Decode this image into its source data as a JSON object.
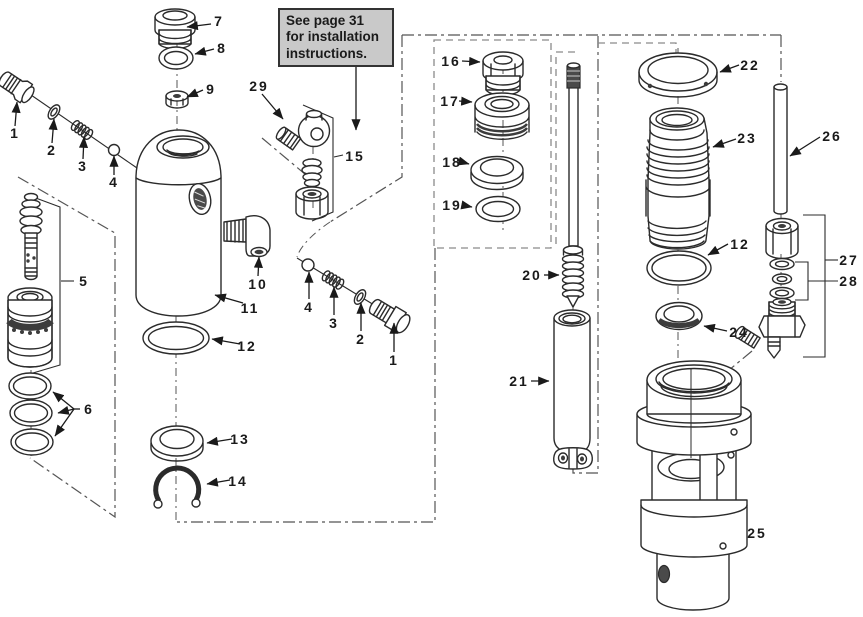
{
  "note": {
    "lines": [
      "See page 31",
      "for installation",
      "instructions."
    ]
  },
  "callouts": [
    {
      "id": "1-left",
      "label": "1"
    },
    {
      "id": "2-left",
      "label": "2"
    },
    {
      "id": "3-left",
      "label": "3"
    },
    {
      "id": "4-left",
      "label": "4"
    },
    {
      "id": "5",
      "label": "5"
    },
    {
      "id": "6",
      "label": "6"
    },
    {
      "id": "7",
      "label": "7"
    },
    {
      "id": "8",
      "label": "8"
    },
    {
      "id": "9",
      "label": "9"
    },
    {
      "id": "10",
      "label": "10"
    },
    {
      "id": "11",
      "label": "11"
    },
    {
      "id": "12-left",
      "label": "12"
    },
    {
      "id": "13",
      "label": "13"
    },
    {
      "id": "14",
      "label": "14"
    },
    {
      "id": "15",
      "label": "15"
    },
    {
      "id": "16",
      "label": "16"
    },
    {
      "id": "17",
      "label": "17"
    },
    {
      "id": "18",
      "label": "18"
    },
    {
      "id": "19",
      "label": "19"
    },
    {
      "id": "20",
      "label": "20"
    },
    {
      "id": "21",
      "label": "21"
    },
    {
      "id": "22",
      "label": "22"
    },
    {
      "id": "23",
      "label": "23"
    },
    {
      "id": "24",
      "label": "24"
    },
    {
      "id": "25",
      "label": "25"
    },
    {
      "id": "26",
      "label": "26"
    },
    {
      "id": "27",
      "label": "27"
    },
    {
      "id": "28",
      "label": "28"
    },
    {
      "id": "29",
      "label": "29"
    },
    {
      "id": "4-right",
      "label": "4"
    },
    {
      "id": "3-right",
      "label": "3"
    },
    {
      "id": "2-right",
      "label": "2"
    },
    {
      "id": "1-right",
      "label": "1"
    },
    {
      "id": "12-right",
      "label": "12"
    }
  ],
  "colors": {
    "line": "#2b2b2b",
    "construction": "#555555",
    "note_fill": "#c9c9c9",
    "note_border": "#333333",
    "background": "#ffffff",
    "text": "#1a1a1a"
  }
}
